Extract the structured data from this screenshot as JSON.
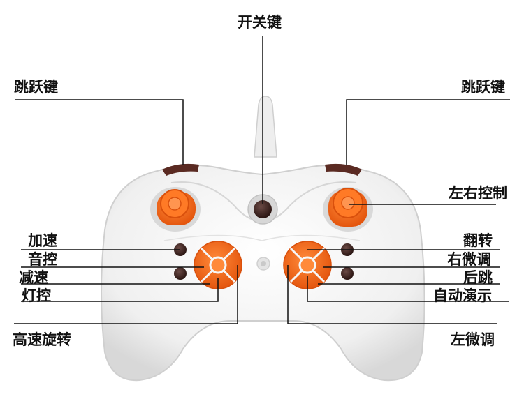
{
  "labels": {
    "power_key": "开关键",
    "jump_left": "跳跃键",
    "jump_right": "跳跃键",
    "direction_control": "左右控制",
    "speed_up": "加速",
    "sound_control": "音控",
    "slow_down": "减速",
    "light_control": "灯控",
    "high_speed_spin": "高速旋转",
    "flip": "翻转",
    "right_trim": "右微调",
    "backflip": "后跳",
    "auto_demo": "自动演示",
    "left_trim": "左微调"
  },
  "colors": {
    "controller_body": "#f2f2f2",
    "orange_accent": "#f26a1b",
    "button_dark": "#3a1f1c",
    "leader_line": "#111111"
  }
}
